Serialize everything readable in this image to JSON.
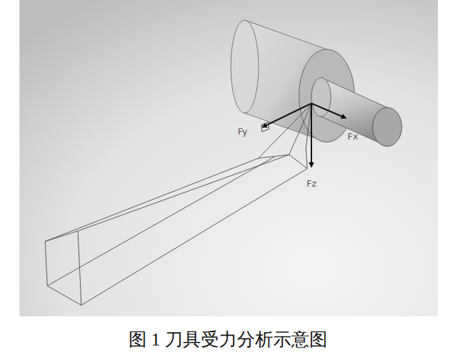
{
  "diagram": {
    "caption": "图 1 刀具受力分析示意图",
    "labels": [
      "Fy",
      "Fx",
      "Fz"
    ]
  }
}
